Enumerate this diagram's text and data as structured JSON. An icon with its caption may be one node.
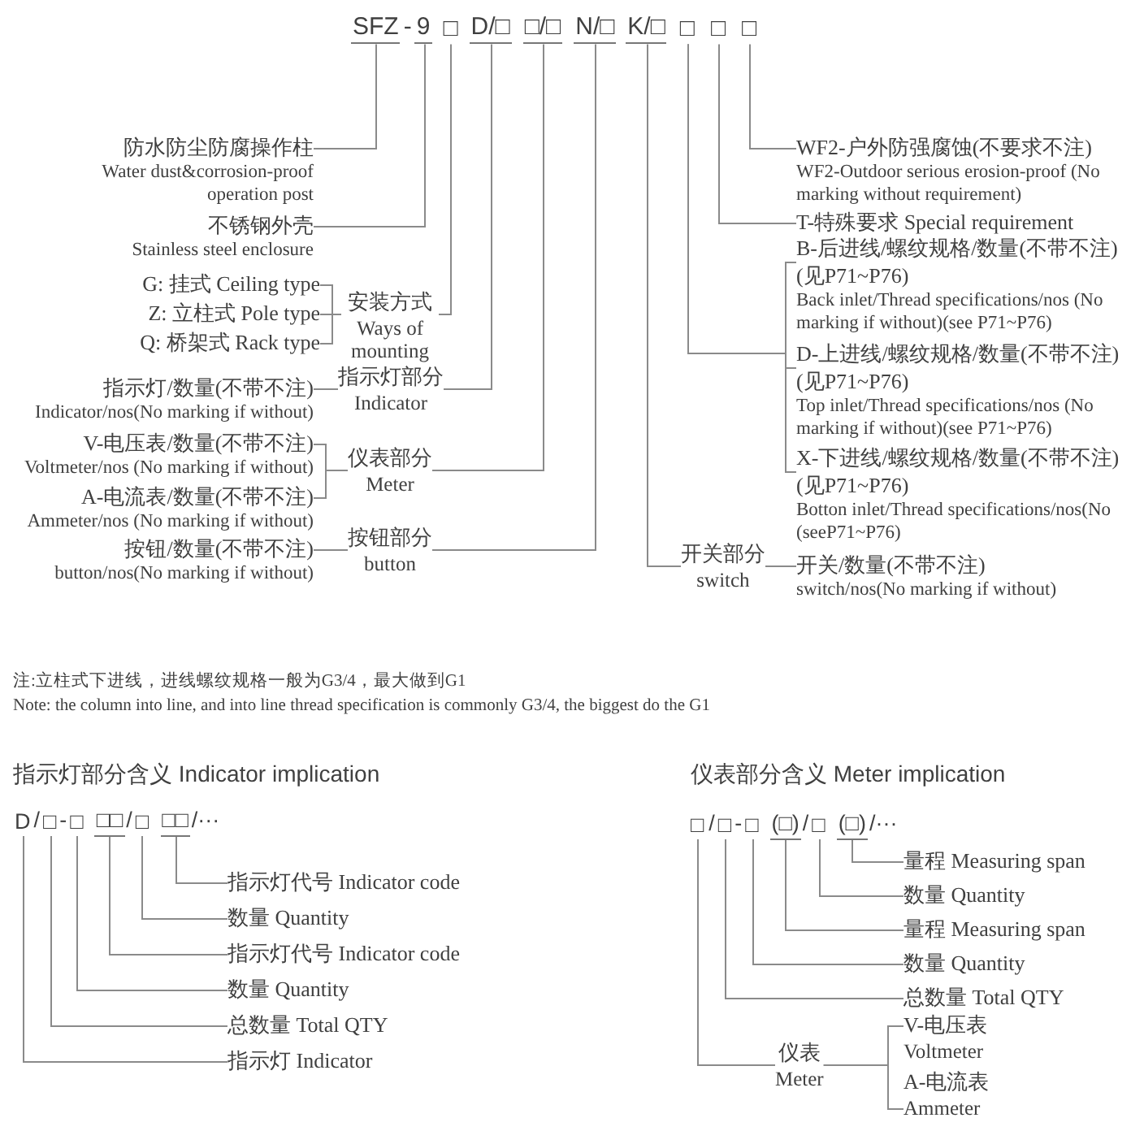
{
  "diagram": {
    "nodes": [
      {
        "text": [
          "SFZ"
        ]
      },
      {
        "text": [
          "9"
        ]
      },
      {
        "text": [
          "□"
        ]
      },
      {
        "text": [
          "D/□"
        ]
      },
      {
        "text": [
          "□/□"
        ]
      },
      {
        "text": [
          "N/□"
        ]
      },
      {
        "text": [
          "K/□"
        ]
      },
      {
        "text": [
          "□"
        ]
      },
      {
        "text": [
          "□"
        ]
      },
      {
        "text": [
          "□"
        ]
      },
      {
        "text": [
          "防水防尘防腐操作柱",
          "Water dust&corrosion-proof operation post"
        ]
      },
      {
        "text": [
          "不锈钢外壳",
          "Stainless steel enclosure"
        ]
      },
      {
        "text": [
          "G: 挂式 Ceiling type"
        ]
      },
      {
        "text": [
          "Z: 立柱式 Pole type"
        ]
      },
      {
        "text": [
          "Q: 桥架式 Rack type"
        ]
      },
      {
        "text": [
          "安装方式",
          "Ways of mounting"
        ]
      },
      {
        "text": [
          "指示灯/数量(不带不注)",
          "Indicator/nos(No marking if without)"
        ]
      },
      {
        "text": [
          "指示灯部分",
          "Indicator"
        ]
      },
      {
        "text": [
          "V-电压表/数量(不带不注)",
          "Voltmeter/nos (No marking if without)"
        ]
      },
      {
        "text": [
          "A-电流表/数量(不带不注)",
          "Ammeter/nos (No marking if without)"
        ]
      },
      {
        "text": [
          "仪表部分",
          "Meter"
        ]
      },
      {
        "text": [
          "按钮/数量(不带不注)",
          "button/nos(No marking if without)"
        ]
      },
      {
        "text": [
          "按钮部分",
          "button"
        ]
      },
      {
        "text": [
          "WF2-户外防强腐蚀(不要求不注)",
          "WF2-Outdoor serious erosion-proof (No marking without requirement)"
        ]
      },
      {
        "text": [
          "T-特殊要求 Special requirement"
        ]
      },
      {
        "text": [
          "B-后进线/螺纹规格/数量(不带不注)(见P71~P76)",
          "Back inlet/Thread specifications/nos (No marking if without)(see P71~P76)"
        ]
      },
      {
        "text": [
          "D-上进线/螺纹规格/数量(不带不注)(见P71~P76)",
          "Top inlet/Thread specifications/nos (No marking if without)(see P71~P76)"
        ]
      },
      {
        "text": [
          "X-下进线/螺纹规格/数量(不带不注)(见P71~P76)",
          "Botton inlet/Thread specifications/nos(No (seeP71~P76)"
        ]
      },
      {
        "text": [
          "开关部分",
          "switch"
        ]
      },
      {
        "text": [
          "开关/数量(不带不注)",
          "switch/nos(No marking if without)"
        ]
      },
      {
        "text": [
          "D"
        ]
      },
      {
        "text": [
          "□"
        ]
      },
      {
        "text": [
          "□"
        ]
      },
      {
        "text": [
          "□□"
        ]
      },
      {
        "text": [
          "□"
        ]
      },
      {
        "text": [
          "□□"
        ]
      },
      {
        "text": [
          "指示灯代号 Indicator code"
        ]
      },
      {
        "text": [
          "数量 Quantity"
        ]
      },
      {
        "text": [
          "指示灯代号 Indicator code"
        ]
      },
      {
        "text": [
          "数量 Quantity"
        ]
      },
      {
        "text": [
          "总数量 Total QTY"
        ]
      },
      {
        "text": [
          "指示灯 Indicator"
        ]
      },
      {
        "text": [
          "□"
        ]
      },
      {
        "text": [
          "□"
        ]
      },
      {
        "text": [
          "□"
        ]
      },
      {
        "text": [
          "(□)"
        ]
      },
      {
        "text": [
          "□"
        ]
      },
      {
        "text": [
          "(□)"
        ]
      },
      {
        "text": [
          "量程 Measuring span"
        ]
      },
      {
        "text": [
          "数量 Quantity"
        ]
      },
      {
        "text": [
          "量程 Measuring span"
        ]
      },
      {
        "text": [
          "数量 Quantity"
        ]
      },
      {
        "text": [
          "总数量 Total QTY"
        ]
      },
      {
        "text": [
          "仪表",
          "Meter"
        ]
      },
      {
        "text": [
          "V-电压表",
          "Voltmeter"
        ]
      },
      {
        "text": [
          "A-电流表",
          "Ammeter"
        ]
      }
    ],
    "edges": [
      {
        "from": 10,
        "to": 0,
        "arrow": "none"
      },
      {
        "from": 11,
        "to": 1,
        "arrow": "none"
      },
      {
        "from": 12,
        "to": 15,
        "arrow": "none"
      },
      {
        "from": 13,
        "to": 15,
        "arrow": "none"
      },
      {
        "from": 14,
        "to": 15,
        "arrow": "none"
      },
      {
        "from": 15,
        "to": 2,
        "arrow": "none"
      },
      {
        "from": 16,
        "to": 17,
        "arrow": "none"
      },
      {
        "from": 17,
        "to": 3,
        "arrow": "none"
      },
      {
        "from": 18,
        "to": 20,
        "arrow": "none"
      },
      {
        "from": 19,
        "to": 20,
        "arrow": "none"
      },
      {
        "from": 20,
        "to": 4,
        "arrow": "none"
      },
      {
        "from": 21,
        "to": 22,
        "arrow": "none"
      },
      {
        "from": 22,
        "to": 5,
        "arrow": "none"
      },
      {
        "from": 23,
        "to": 9,
        "arrow": "none"
      },
      {
        "from": 24,
        "to": 8,
        "arrow": "none"
      },
      {
        "from": 25,
        "to": 7,
        "arrow": "none"
      },
      {
        "from": 26,
        "to": 7,
        "arrow": "none"
      },
      {
        "from": 27,
        "to": 7,
        "arrow": "none"
      },
      {
        "from": 29,
        "to": 28,
        "arrow": "none"
      },
      {
        "from": 28,
        "to": 6,
        "arrow": "none"
      },
      {
        "from": 36,
        "to": 35,
        "arrow": "none"
      },
      {
        "from": 37,
        "to": 34,
        "arrow": "none"
      },
      {
        "from": 38,
        "to": 33,
        "arrow": "none"
      },
      {
        "from": 39,
        "to": 32,
        "arrow": "none"
      },
      {
        "from": 40,
        "to": 31,
        "arrow": "none"
      },
      {
        "from": 41,
        "to": 30,
        "arrow": "none"
      },
      {
        "from": 48,
        "to": 47,
        "arrow": "none"
      },
      {
        "from": 49,
        "to": 46,
        "arrow": "none"
      },
      {
        "from": 50,
        "to": 45,
        "arrow": "none"
      },
      {
        "from": 51,
        "to": 44,
        "arrow": "none"
      },
      {
        "from": 52,
        "to": 43,
        "arrow": "none"
      },
      {
        "from": 54,
        "to": 53,
        "arrow": "none"
      },
      {
        "from": 55,
        "to": 53,
        "arrow": "none"
      },
      {
        "from": 53,
        "to": 42,
        "arrow": "none"
      }
    ],
    "labels": [
      "-",
      "注:立柱式下进线，进线螺纹规格一般为G3/4，最大做到G1",
      "Note: the column into line, and into line thread specification is commonly G3/4, the biggest do the G1",
      "指示灯部分含义 Indicator implication",
      "仪表部分含义 Meter implication",
      "/",
      "-",
      "/",
      "/···",
      "/",
      "-",
      "/",
      "/···"
    ]
  }
}
